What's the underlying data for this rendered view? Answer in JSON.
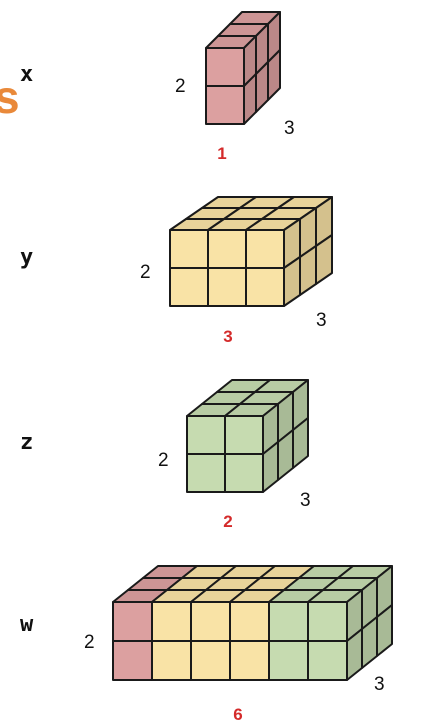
{
  "colors": {
    "red": "#dca0a0",
    "yellow": "#f9e3a6",
    "green": "#c6dbb0",
    "stroke": "#1a1a1a",
    "count": "#d42a2a",
    "edge_letter": "#e9893a"
  },
  "edge_letter": "s",
  "tensors": [
    {
      "name": "x",
      "height": 2,
      "width": 1,
      "depth": 3,
      "count_label": "1",
      "h_label": "2",
      "d_label": "3",
      "colors": [
        "red"
      ]
    },
    {
      "name": "y",
      "height": 2,
      "width": 3,
      "depth": 3,
      "count_label": "3",
      "h_label": "2",
      "d_label": "3",
      "colors": [
        "yellow",
        "yellow",
        "yellow"
      ]
    },
    {
      "name": "z",
      "height": 2,
      "width": 2,
      "depth": 3,
      "count_label": "2",
      "h_label": "2",
      "d_label": "3",
      "colors": [
        "green",
        "green"
      ]
    },
    {
      "name": "w",
      "height": 2,
      "width": 6,
      "depth": 3,
      "count_label": "6",
      "h_label": "2",
      "d_label": "3",
      "colors": [
        "red",
        "yellow",
        "yellow",
        "yellow",
        "green",
        "green"
      ]
    }
  ]
}
